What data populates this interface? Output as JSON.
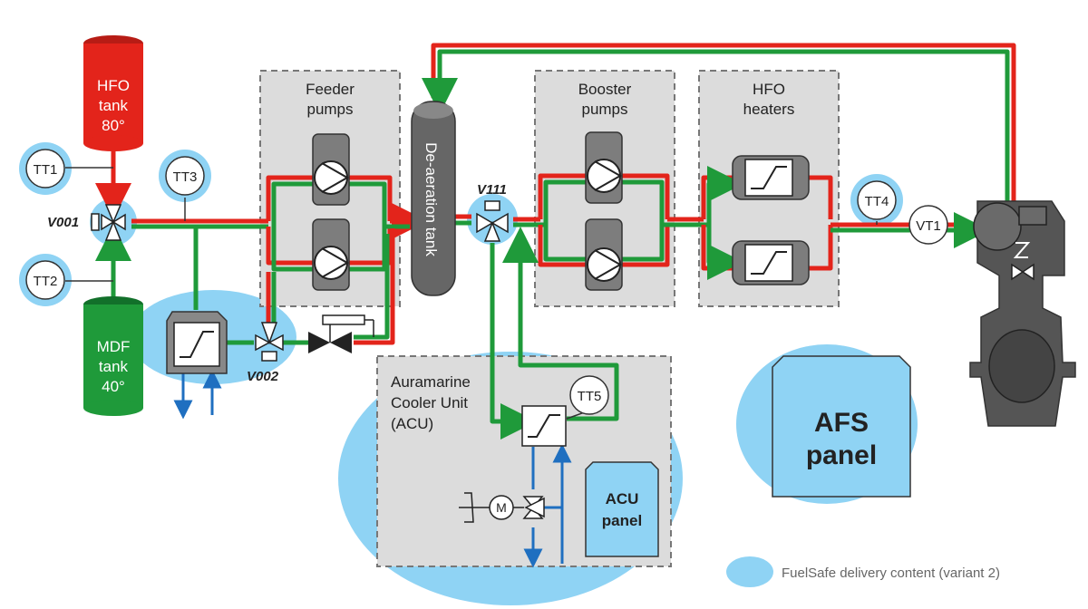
{
  "tanks": {
    "hfo": {
      "line1": "HFO",
      "line2": "tank",
      "line3": "80°",
      "color": "#e3241b"
    },
    "mdf": {
      "line1": "MDF",
      "line2": "tank",
      "line3": "40°",
      "color": "#1f9a3a"
    }
  },
  "sensors": {
    "tt1": "TT1",
    "tt2": "TT2",
    "tt3": "TT3",
    "tt4": "TT4",
    "tt5": "TT5",
    "vt1": "VT1"
  },
  "valves": {
    "v001": "V001",
    "v002": "V002",
    "v111": "V111"
  },
  "groups": {
    "feeder": {
      "line1": "Feeder",
      "line2": "pumps"
    },
    "booster": {
      "line1": "Booster",
      "line2": "pumps"
    },
    "heaters": {
      "line1": "HFO",
      "line2": "heaters"
    },
    "acu": {
      "line1": "Auramarine",
      "line2": "Cooler Unit",
      "line3": "(ACU)"
    }
  },
  "deaeration": "De-aeration tank",
  "acu_panel": {
    "line1": "ACU",
    "line2": "panel"
  },
  "afs_panel": {
    "line1": "AFS",
    "line2": "panel"
  },
  "motor": "M",
  "legend": {
    "text": "FuelSafe delivery content (variant 2)"
  },
  "colors": {
    "hfo_line": "#e3241b",
    "mdf_line": "#1f9a3a",
    "water_line": "#1f6fc0",
    "delivery": "#8fd3f4",
    "equipment": "#555555",
    "box_fill": "#dcdcdc"
  }
}
